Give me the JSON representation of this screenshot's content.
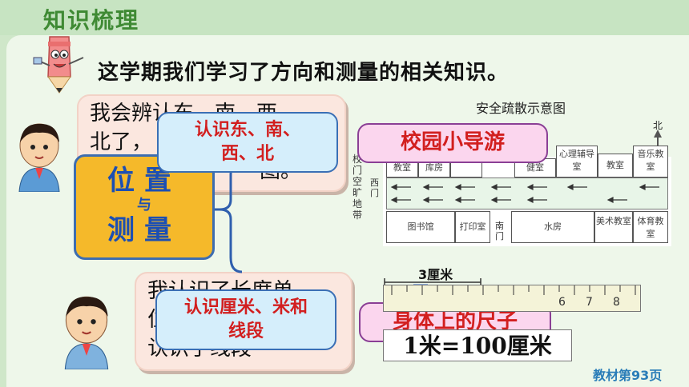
{
  "header": {
    "title": "知识梳理"
  },
  "intro": {
    "text": "这学期我们学习了方向和测量的相关知识。"
  },
  "bubble_top": {
    "line1": "我会辨认东、南、西、",
    "line2": "北了，",
    "line3": "图。"
  },
  "bubble_bottom": {
    "line1": "我认识了长度单",
    "line2": "位",
    "line3": "认识了线段"
  },
  "core": {
    "line1": "位置",
    "line2": "与",
    "line3": "测量"
  },
  "tags": {
    "direction": "认识东、南、西、北",
    "length": "认识厘米、米和线段",
    "campus_tour": "校园小导游",
    "body_ruler": "身体上的尺子"
  },
  "map": {
    "title": "安全疏散示意图",
    "north": "北",
    "west_gate": "西门",
    "south_gate": "南门",
    "left_label": "校门空旷地带",
    "top_rooms": [
      "教室",
      "库房",
      "",
      "健室",
      "心理辅导室",
      "教室",
      "音乐教室"
    ],
    "bottom_rooms": [
      "图书馆",
      "打印室",
      "水房",
      "美术教室",
      "体育教室"
    ]
  },
  "ruler": {
    "caption": "3厘米",
    "numbers": [
      "6",
      "7",
      "8"
    ]
  },
  "equation": "1米=100厘米",
  "footer": {
    "page_ref": "教材第93页"
  },
  "colors": {
    "header_green": "#3f8a34",
    "tag_red": "#d21f1f",
    "core_orange": "#f5b92a",
    "core_blue": "#1c4fb3"
  }
}
